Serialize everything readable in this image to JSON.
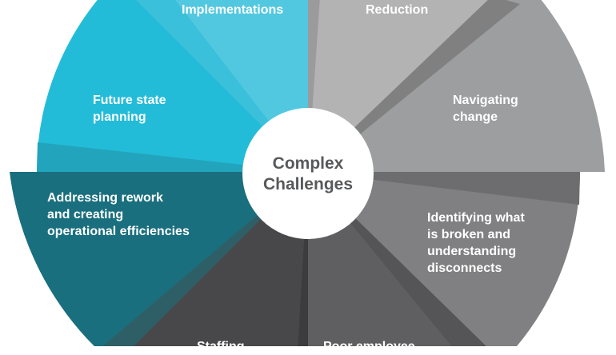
{
  "center": {
    "line1": "Complex",
    "line2": "Challenges"
  },
  "segments": [
    {
      "id": "implementations",
      "lines": [
        "Implementations"
      ],
      "color": "#52c8e0"
    },
    {
      "id": "future-state",
      "lines": [
        "Future state",
        "planning"
      ],
      "color": "#23bcd8"
    },
    {
      "id": "reduction",
      "lines": [
        "Reduction"
      ],
      "color": "#b3b3b3"
    },
    {
      "id": "navigating",
      "lines": [
        "Navigating",
        "change"
      ],
      "color": "#9d9ea0"
    },
    {
      "id": "addressing",
      "lines": [
        "Addressing rework",
        "and creating",
        "operational efficiencies"
      ],
      "color": "#1a6f7e"
    },
    {
      "id": "identifying",
      "lines": [
        "Identifying what",
        "is broken and",
        "understanding",
        "disconnects"
      ],
      "color": "#808082"
    },
    {
      "id": "staffing",
      "lines": [
        "Staffing"
      ],
      "color": "#48484a"
    },
    {
      "id": "poor-employee",
      "lines": [
        "Poor employee"
      ],
      "color": "#5f5f61"
    }
  ]
}
